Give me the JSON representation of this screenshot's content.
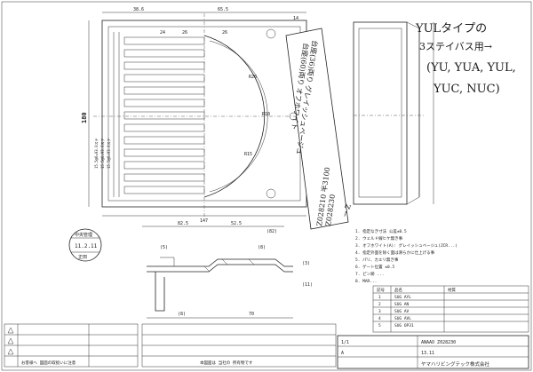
{
  "handwritten": {
    "top_right_line1": "YULタイプの",
    "top_right_line2": "3ステイバス用→",
    "top_right_line3": "(YU, YUA, YUL,",
    "top_right_line4": "YUC, NUC)",
    "strip_note1": "台座(36)両り グレイッシュベージュ",
    "strip_note2": "台座(60)両り オフホワイト",
    "strip_code1": "Z028210 半3100",
    "strip_code2": "Z028230",
    "arrow_note": "→ Z"
  },
  "dims": {
    "top_a": "38.6",
    "top_b": "65.5",
    "top_c": "14",
    "w1": "24",
    "w2": "26",
    "w3": "26",
    "r1": "R28",
    "r2": "R10",
    "r3": "R15",
    "h_total": "180",
    "bottom": "147",
    "b1": "82.5",
    "b2": "52.5",
    "b3": "(82)",
    "s1": "(8)",
    "s2": "(5)",
    "s3": "(8)",
    "s4": "70",
    "s5": "(3)",
    "s6": "(11)"
  },
  "vertical_left_texts": [
    "15.5@6=93.0ステ",
    "15.5@6=93.0ステ",
    "15.5@6=93.0ステ"
  ],
  "stamp": {
    "top": "中央管理",
    "date": "11.2.11",
    "bottom": "正田"
  },
  "notes": [
    "1. 指定なき寸法 公差±0.5",
    "2. ウェルド線ヒケ無き事",
    "3. オフホワイト(A): グレイッシュベージュ(ZCR...)",
    "4. 指定外面を除く面は滑らかに仕上げる事",
    "5. パリ、カエリ無き事",
    "6. ゲート位置 ±0.5",
    "7. ピン跡 ...",
    "8. MAR..."
  ],
  "parts_table": {
    "header": [
      "記号",
      "品名",
      "材質"
    ],
    "rows": [
      [
        "1",
        "SUG AYL",
        ""
      ],
      [
        "2",
        "SUG AN",
        ""
      ],
      [
        "3",
        "SUG AV",
        ""
      ],
      [
        "4",
        "SUG AVL",
        ""
      ],
      [
        "5",
        "SUG OP31",
        ""
      ]
    ]
  },
  "title_block": {
    "drawing_no": "ANAAO Z028230",
    "scale": "1/1",
    "company": "ヤマハリビングテック株式会社",
    "revision": "A",
    "date": "13.11"
  },
  "footer_left": "お客様へ 図面の取扱いに注意",
  "footer_center": "本図面は 当社の 所有物です"
}
